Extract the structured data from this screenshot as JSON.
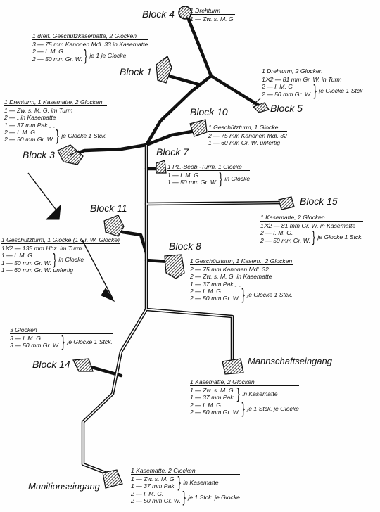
{
  "blocks": {
    "b4": "Block 4",
    "b1": "Block 1",
    "b5": "Block 5",
    "b10": "Block 10",
    "b3": "Block 3",
    "b7": "Block 7",
    "b15": "Block 15",
    "b11": "Block 11",
    "b8": "Block 8",
    "b14": "Block 14"
  },
  "entrances": {
    "mannschaft": "Mannschaftseingang",
    "munition": "Munitionseingang"
  },
  "notes": {
    "n4": {
      "head": "1 Drehturm",
      "lines": [
        "1 — Zw. s. M. G."
      ]
    },
    "n1": {
      "head": "1 dreif. Geschützkasematte, 2 Glocken",
      "lines": [
        "3 — 75 mm Kanonen Mdl. 33 in Kasematte",
        "2 — I. M. G.",
        "2 — 50 mm Gr. W."
      ],
      "brace": "je 1 je Glocke"
    },
    "n5": {
      "head": "1 Drehturm, 2 Glocken",
      "lines": [
        "1⨉2 — 81 mm Gr. W. in Turm",
        "2 — I. M. G",
        "2 — 50 mm Gr. W."
      ],
      "brace": "je Glocke 1 Stck"
    },
    "n3": {
      "head": "1 Drehturm, 1 Kasematte, 2 Glocken",
      "lines": [
        "1 — Zw. s. M. G. im Turm",
        "2 — „ in Kasematte",
        "1 — 37 mm Pak „ „",
        "2 — I. M. G.",
        "2 — 50 mm Gr. W."
      ],
      "brace": "je Glocke 1 Stck."
    },
    "n10": {
      "head": "1 Geschützturm, 1 Glocke",
      "lines": [
        "2 — 75 mm Kanonen Mdl. 32",
        "1 — 60 mm Gr. W. unfertig"
      ]
    },
    "n7": {
      "head": "1 Pz.-Beob.-Turm, 1 Glocke",
      "lines": [
        "1 — I. M. G.",
        "1 — 50 mm Gr. W."
      ],
      "brace": "in Glocke"
    },
    "n15": {
      "head": "1 Kasematte, 2 Glocken",
      "lines": [
        "1⨉2 — 81 mm Gr. W. in Kasematte",
        "2 — I. M. G.",
        "2 — 50 mm Gr. W."
      ],
      "brace": "je Glocke 1 Stck."
    },
    "n11": {
      "head": "1 Geschützturm, 1 Glocke (1 Gr. W. Glocke)",
      "lines": [
        "1⨉2 — 135 mm Hbz. im Turm",
        "1 — I. M. G.",
        "1 — 50 mm Gr. W.",
        "1 — 60 mm Gr. W. unfertig"
      ],
      "brace": "in Glocke"
    },
    "n8": {
      "head": "1 Geschützturm, 1 Kasem., 2 Glocken",
      "lines": [
        "2 — 75 mm Kanonen Mdl. 32",
        "2 — Zw. s. M. G. in Kasematte",
        "1 — 37 mm Pak „ „",
        "2 — I. M. G.",
        "2 — 50 mm Gr. W."
      ],
      "brace": "je Glocke 1 Stck."
    },
    "n14": {
      "head": "3 Glocken",
      "lines": [
        "3 — I. M. G.",
        "3 — 50 mm Gr. W."
      ],
      "brace": "je Glocke 1 Stck."
    },
    "nM": {
      "head": "1 Kasematte, 2 Glocken",
      "lines": [
        "1 — Zw. s. M. G.",
        "1 — 37 mm Pak",
        "2 — I. M. G.",
        "2 — 50 mm Gr. W."
      ],
      "brace": "in Kasematte",
      "brace2": "je 1 Stck. je Glocke"
    },
    "nU": {
      "head": "1 Kasematte, 2 Glocken",
      "lines": [
        "1 — Zw. s. M. G.",
        "1 — 37 mm Pak",
        "2 — I. M. G.",
        "2 — 50 mm Gr. W."
      ],
      "brace": "in Kasematte",
      "brace2": "je 1 Stck. je Glocke"
    }
  },
  "colors": {
    "ink": "#111111",
    "paper": "#fefefe"
  }
}
